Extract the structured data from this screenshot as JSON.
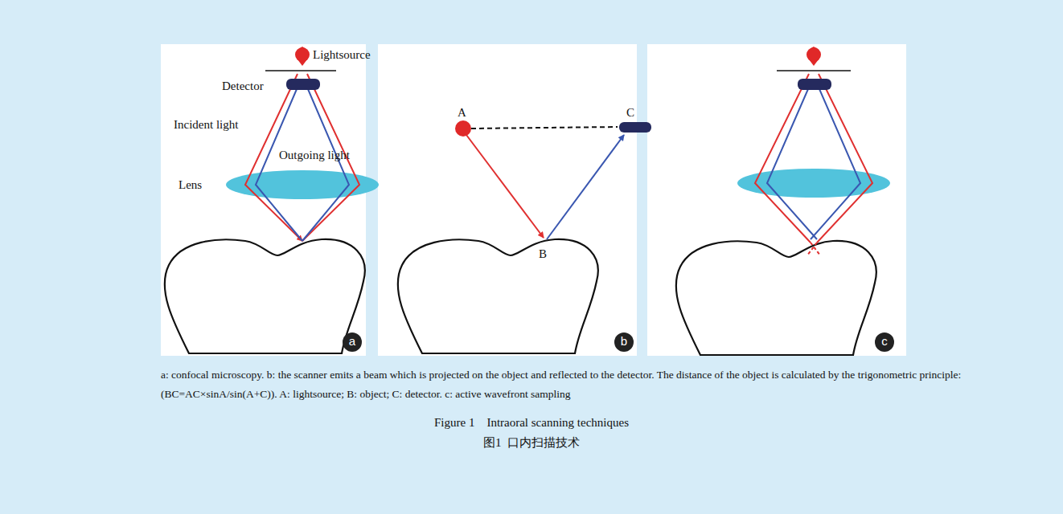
{
  "diagram": {
    "title": "Figure 1    Intraoral scanning techniques",
    "caption": "a: confocal microscopy. b: the scanner emits a beam which is projected on the object and reflected to the detector. The distance of the object is calculated by the trigonometric principle: (BC=AC×sinA/sin(A+C)). A: lightsource; B: object; C: detector. c: active wavefront sampling",
    "labels": [
      "Lightsource",
      "Detector",
      "Incident light",
      "Outgoing light",
      "Lens",
      "a",
      "A",
      "C",
      "B",
      "b",
      "c",
      "图1  口内扫描技术"
    ]
  }
}
